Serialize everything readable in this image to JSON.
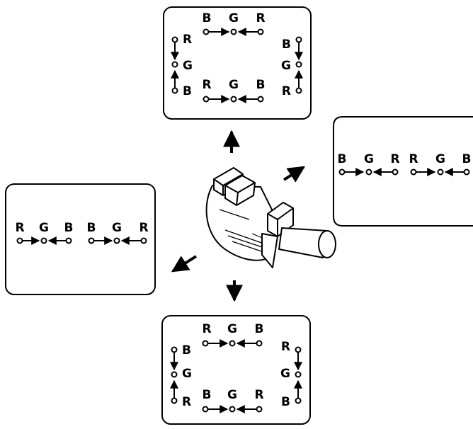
{
  "panels": {
    "top": {
      "top_row": [
        "B",
        "G",
        "R"
      ],
      "left_col": [
        "R",
        "G",
        "B"
      ],
      "right_col": [
        "B",
        "G",
        "R"
      ],
      "bottom_row": [
        "R",
        "G",
        "B"
      ]
    },
    "bottom": {
      "top_row": [
        "R",
        "G",
        "B"
      ],
      "left_col": [
        "B",
        "G",
        "R"
      ],
      "right_col": [
        "R",
        "G",
        "B"
      ],
      "bottom_row": [
        "B",
        "G",
        "R"
      ]
    },
    "left": {
      "group1": [
        "R",
        "G",
        "B"
      ],
      "group2": [
        "B",
        "G",
        "R"
      ]
    },
    "right": {
      "group1": [
        "B",
        "G",
        "R"
      ],
      "group2": [
        "R",
        "G",
        "B"
      ]
    }
  },
  "colors": {
    "line": "#000000",
    "background": "#ffffff"
  }
}
